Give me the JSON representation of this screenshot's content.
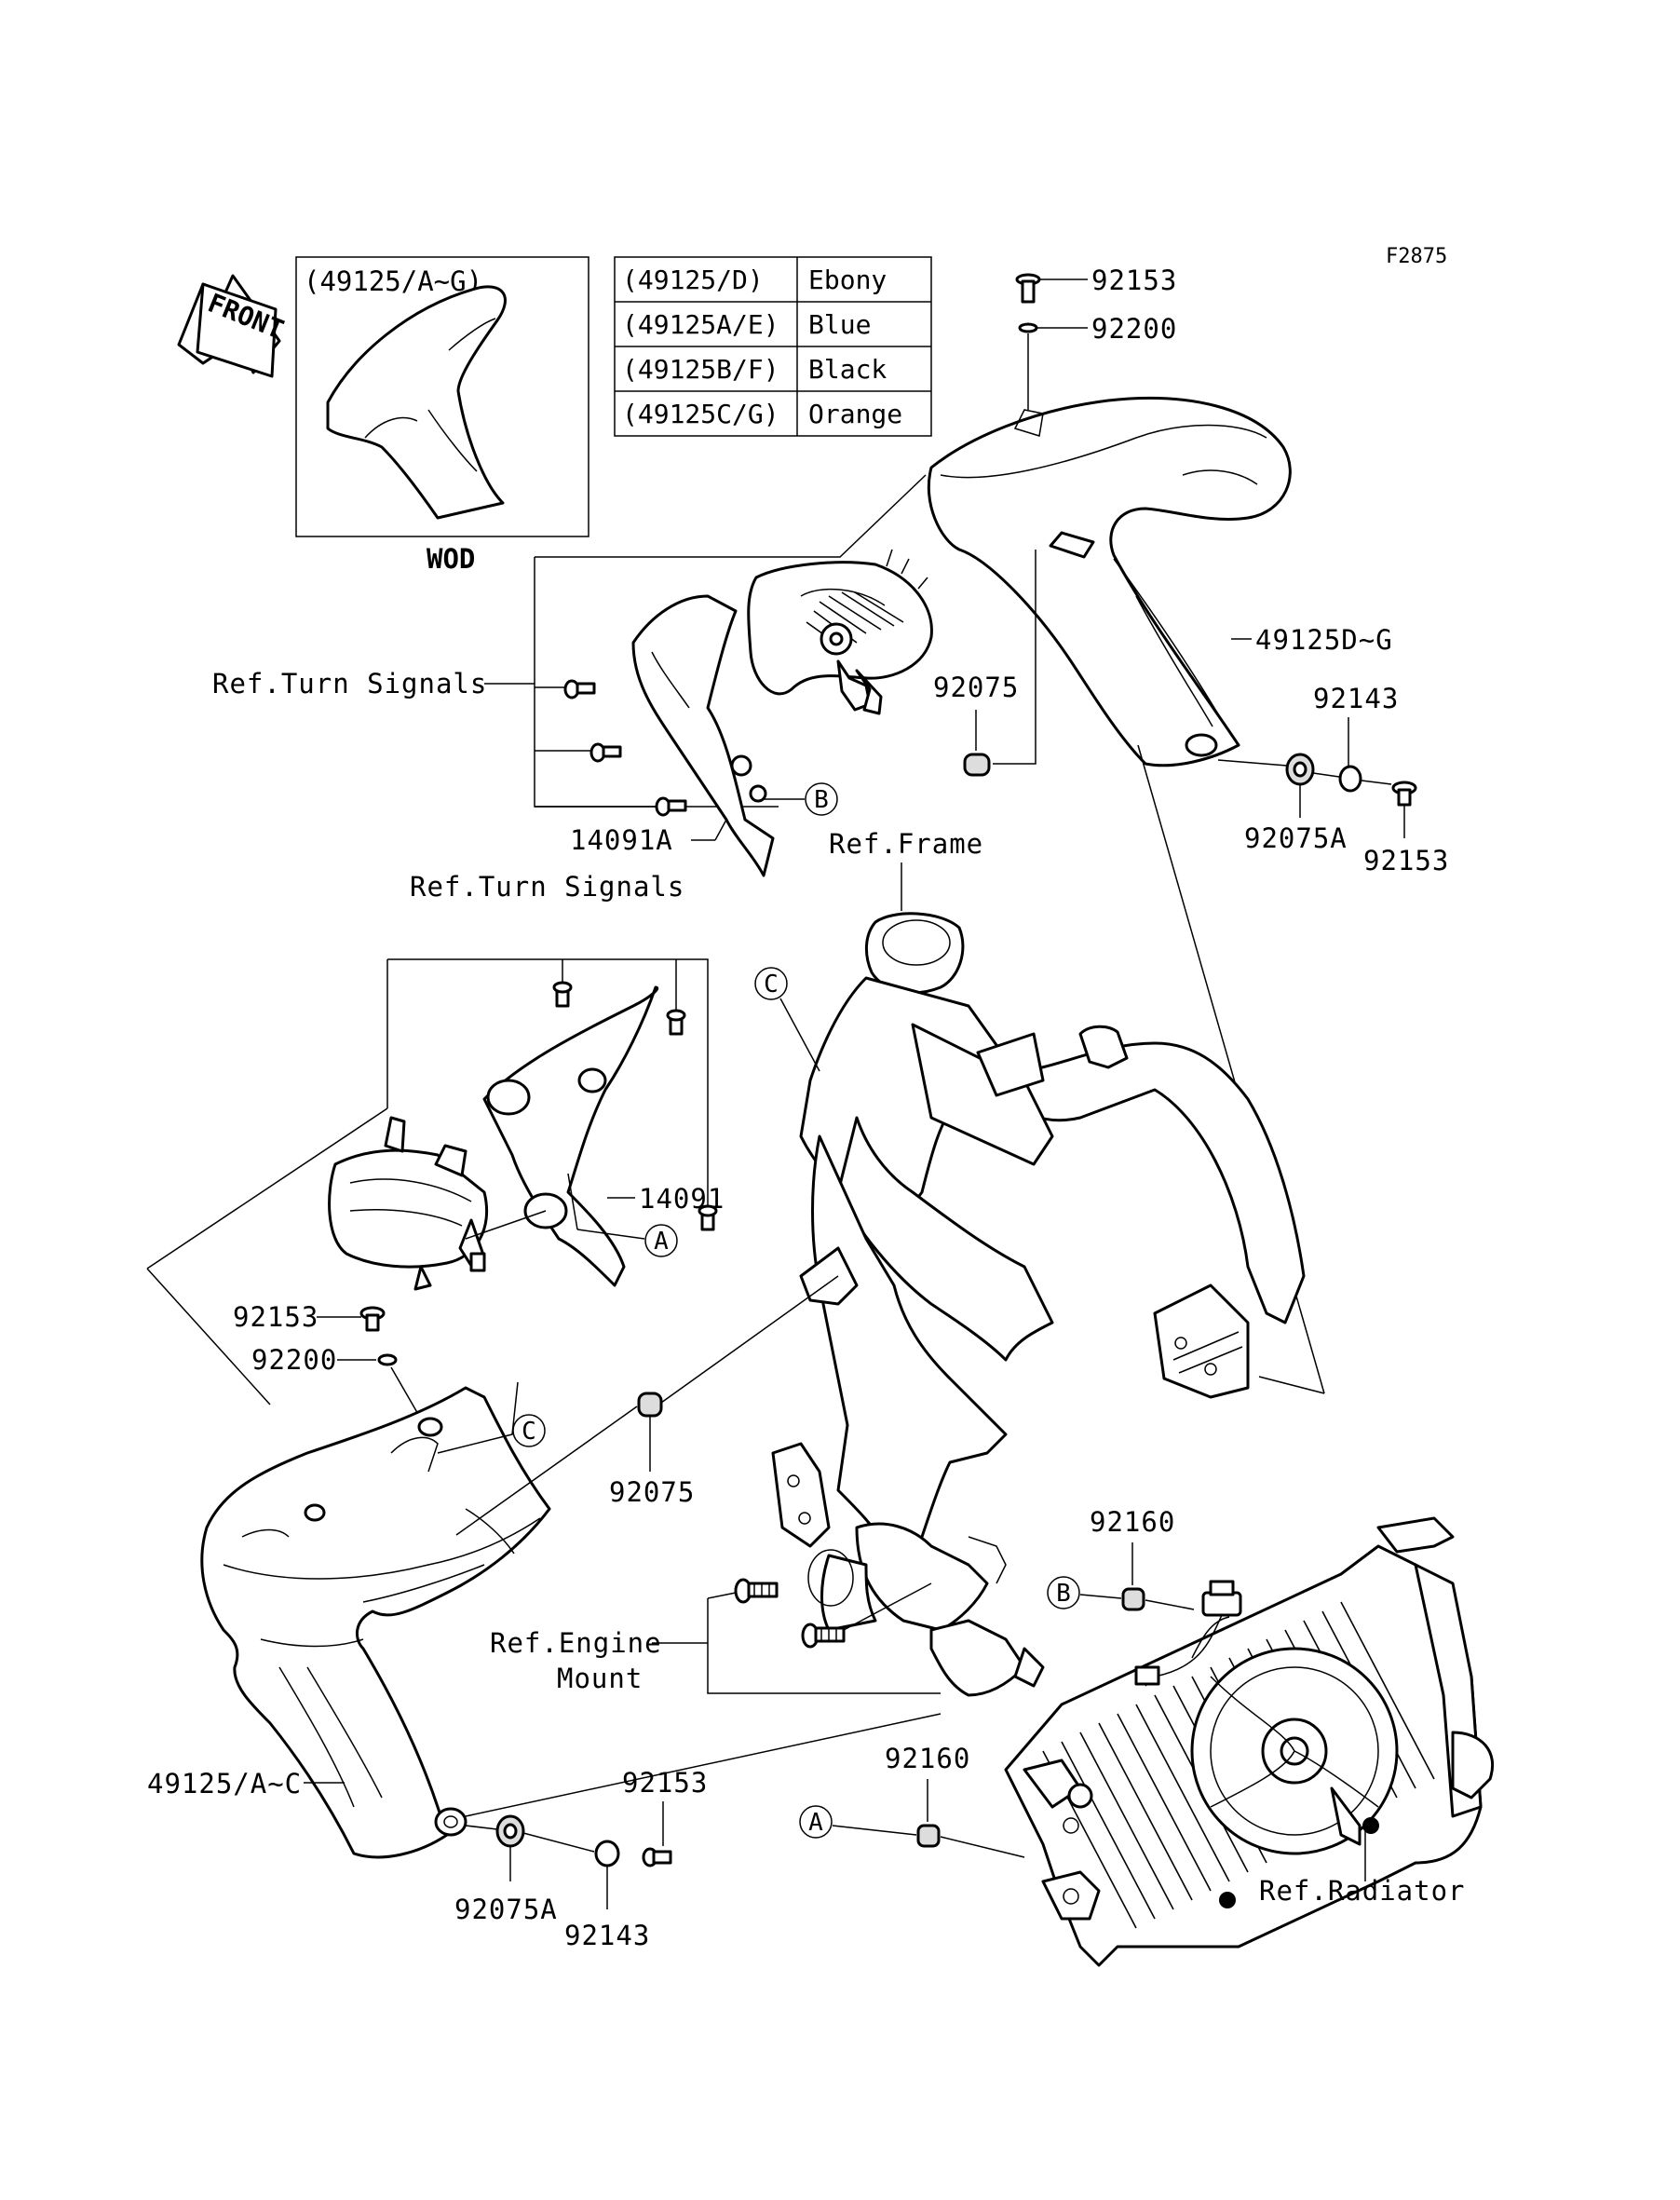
{
  "figure_code": "F2875",
  "front_label": "FRONT",
  "inset": {
    "title": "(49125/A~G)",
    "caption": "WOD"
  },
  "color_table": [
    {
      "part": "(49125/D)",
      "color": "Ebony"
    },
    {
      "part": "(49125A/E)",
      "color": "Blue"
    },
    {
      "part": "(49125B/F)",
      "color": "Black"
    },
    {
      "part": "(49125C/G)",
      "color": "Orange"
    }
  ],
  "labels": {
    "p92153_top": "92153",
    "p92200_top": "92200",
    "p49125DG": "49125D~G",
    "p92075_top": "92075",
    "p92143_right": "92143",
    "p92075A_right": "92075A",
    "p92153_right": "92153",
    "ref_turn_1": "Ref.Turn Signals",
    "p14091A": "14091A",
    "ref_frame": "Ref.Frame",
    "ref_turn_2": "Ref.Turn Signals",
    "p14091": "14091",
    "p92153_left": "92153",
    "p92200_left": "92200",
    "p92075_mid": "92075",
    "p92160_top": "92160",
    "ref_engine_1": "Ref.Engine",
    "ref_engine_2": "Mount",
    "p92160_bottom": "92160",
    "ref_radiator": "Ref.Radiator",
    "p49125AC": "49125/A~C",
    "p92153_bottom": "92153",
    "p92075A_bottom": "92075A",
    "p92143_bottom": "92143"
  },
  "callouts": {
    "b_top": "B",
    "c_frame": "C",
    "a_turn": "A",
    "c_cowl": "C",
    "b_rad": "B",
    "a_rad": "A"
  }
}
